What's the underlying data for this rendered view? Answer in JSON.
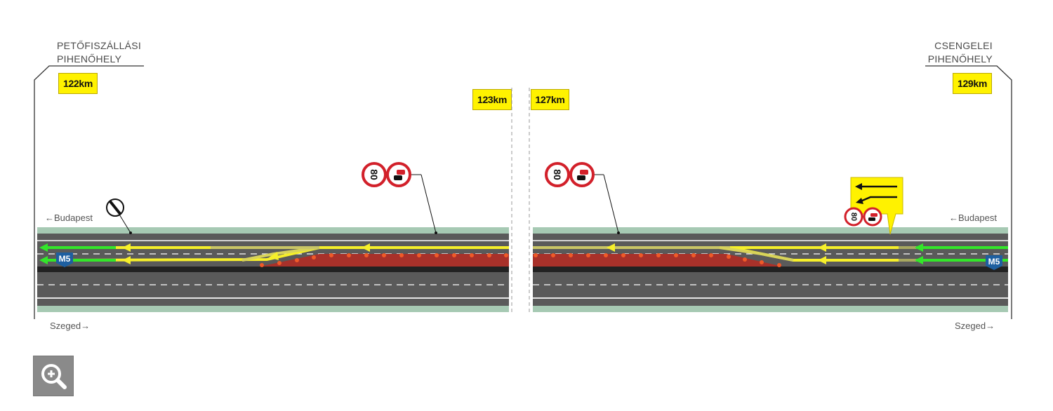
{
  "rest_areas": {
    "left_name": [
      "PETŐFISZÁLLÁSI",
      "PIHENŐHELY"
    ],
    "right_name": [
      "CSENGELEI",
      "PIHENŐHELY"
    ]
  },
  "km_markers": [
    "122km",
    "123km",
    "127km",
    "129km"
  ],
  "directions": {
    "left_top": "Budapest",
    "right_top": "Budapest",
    "left_bottom": "Szeged",
    "right_bottom": "Szeged"
  },
  "signs": {
    "speed_limit": "80",
    "motorway_shield": "M5"
  },
  "colors": {
    "road": "#5a5a5a",
    "verge": "#a6c9b3",
    "traffic_arrow": "#f6ef2a",
    "main_arrow": "#33e62a",
    "work_zone": "#a8312a",
    "cones": "#f05a28",
    "km_sign": "#fff200",
    "shield": "#1e5fa0"
  },
  "icons": {
    "zoom": "zoom-in-icon",
    "derestriction": "end-restriction-sign",
    "lane_change_sign": "lane-change-info-sign"
  }
}
